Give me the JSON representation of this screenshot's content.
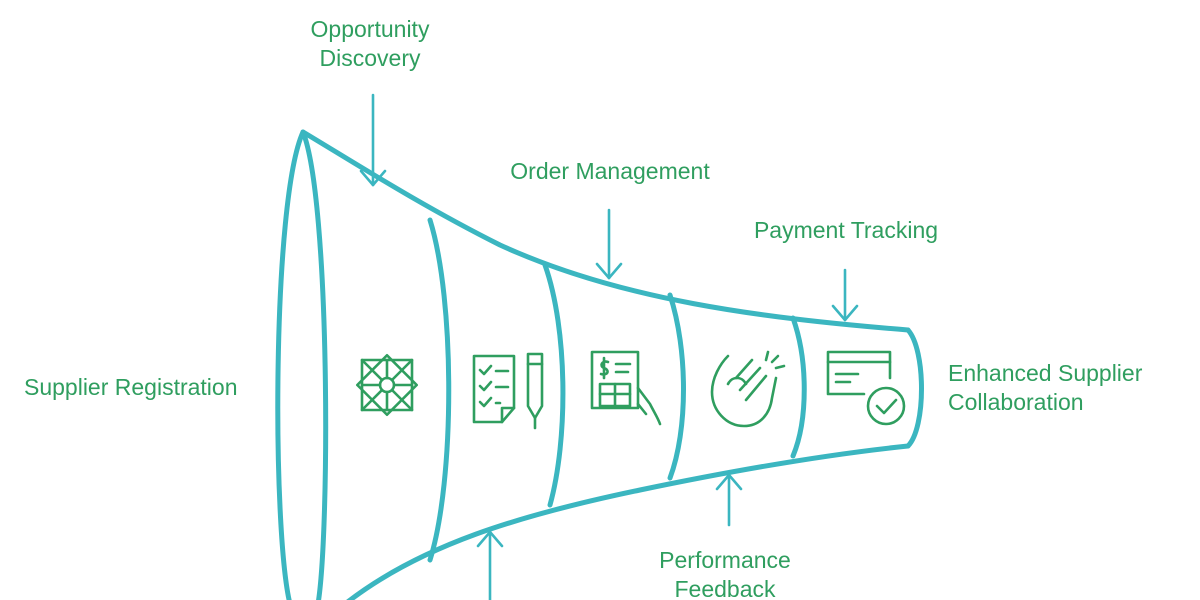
{
  "stages": [
    {
      "name": "Supplier Registration",
      "lines": [
        "Supplier Registration"
      ],
      "icon": "network-icon"
    },
    {
      "name": "Opportunity Discovery",
      "lines": [
        "Opportunity",
        "Discovery"
      ],
      "icon": "checklist-pen-icon"
    },
    {
      "name": "Order Management",
      "lines": [
        "Order Management"
      ],
      "icon": "invoice-hand-icon"
    },
    {
      "name": "Performance Feedback",
      "lines": [
        "Performance",
        "Feedback"
      ],
      "icon": "clapping-hands-icon"
    },
    {
      "name": "Payment Tracking",
      "lines": [
        "Payment Tracking"
      ],
      "icon": "payment-card-check-icon"
    },
    {
      "name": "Enhanced Supplier Collaboration",
      "lines": [
        "Enhanced Supplier",
        "Collaboration"
      ]
    }
  ],
  "colors": {
    "funnel_outline": "#3bb6c0",
    "label_text": "#2f9e5f",
    "icon_stroke": "#2f9e5f"
  }
}
